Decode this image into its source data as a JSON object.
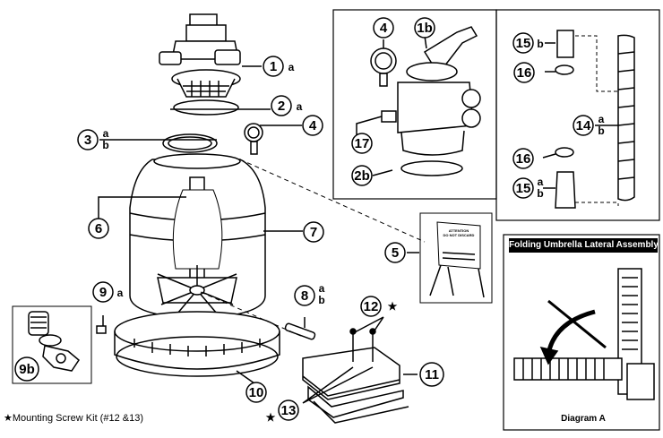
{
  "callouts": {
    "c1": {
      "num": "1",
      "sub": "a"
    },
    "c1b": {
      "num": "1b",
      "sub": ""
    },
    "c2": {
      "num": "2",
      "sub": "a"
    },
    "c2b": {
      "num": "2b",
      "sub": ""
    },
    "c3": {
      "num": "3",
      "sub_a": "a",
      "sub_b": "b"
    },
    "c4a": {
      "num": "4"
    },
    "c4b": {
      "num": "4"
    },
    "c5": {
      "num": "5"
    },
    "c6": {
      "num": "6"
    },
    "c7": {
      "num": "7"
    },
    "c8": {
      "num": "8",
      "sub_a": "a",
      "sub_b": "b"
    },
    "c9a": {
      "num": "9",
      "sub": "a"
    },
    "c9b": {
      "num": "9b"
    },
    "c10": {
      "num": "10"
    },
    "c11": {
      "num": "11"
    },
    "c12": {
      "num": "12",
      "star": "★"
    },
    "c13": {
      "num": "13",
      "star": "★"
    },
    "c14": {
      "num": "14",
      "sub_a": "a",
      "sub_b": "b"
    },
    "c15a": {
      "num": "15",
      "sub": "b"
    },
    "c15b": {
      "num": "15",
      "sub_a": "a",
      "sub_b": "b"
    },
    "c16a": {
      "num": "16"
    },
    "c16b": {
      "num": "16"
    },
    "c17": {
      "num": "17"
    }
  },
  "sign": {
    "line1": "ATTENTION",
    "line2": "DO NOT DISCARD"
  },
  "inset": {
    "title": "Folding Umbrella Lateral Assembly",
    "caption": "Diagram A"
  },
  "footnote": "★Mounting Screw Kit (#12 &13)",
  "colors": {
    "ink": "#000000",
    "paper": "#ffffff"
  }
}
